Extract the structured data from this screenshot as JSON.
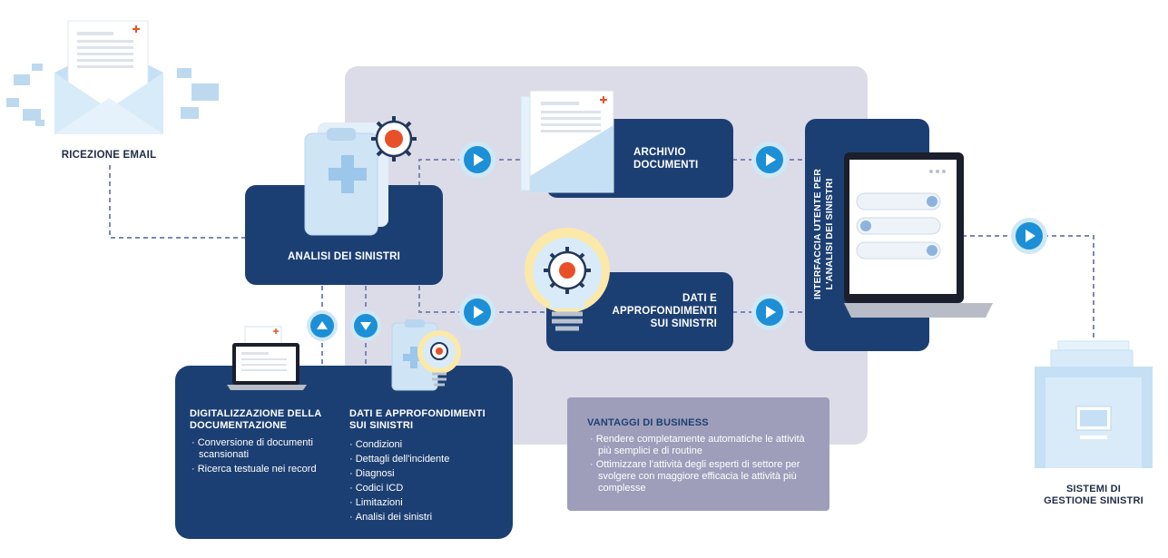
{
  "email": {
    "label": "RICEZIONE EMAIL"
  },
  "analysis": {
    "label": "ANALISI DEI SINISTRI"
  },
  "archive": {
    "label_line1": "ARCHIVIO",
    "label_line2": "DOCUMENTI"
  },
  "insights": {
    "label_line1": "DATI E",
    "label_line2": "APPROFONDIMENTI",
    "label_line3": "SUI SINISTRI"
  },
  "ui": {
    "label_line1": "INTERFACCIA UTENTE PER",
    "label_line2": "L'ANALISI DEI SINISTRI"
  },
  "systems": {
    "label_line1": "SISTEMI DI",
    "label_line2": "GESTIONE SINISTRI"
  },
  "digitization": {
    "title_line1": "DIGITALIZZAZIONE DELLA",
    "title_line2": "DOCUMENTAZIONE",
    "items": [
      "Conversione di documenti scansionati",
      "Ricerca testuale nei record"
    ]
  },
  "data_insights": {
    "title_line1": "DATI E APPROFONDIMENTI",
    "title_line2": "SUI SINISTRI",
    "items": [
      "Condizioni",
      "Dettagli dell'incidente",
      "Diagnosi",
      "Codici ICD",
      "Limitazioni",
      "Analisi dei sinistri"
    ]
  },
  "benefits": {
    "title": "VANTAGGI DI BUSINESS",
    "items": [
      "Rendere completamente automatiche le attività più semplici e di routine",
      "Ottimizzare l'attività degli esperti di settore per svolgere con maggiore efficacia le attività più complesse"
    ]
  },
  "colors": {
    "navy": "#1c3f73",
    "accent_blue": "#1d8fd6",
    "panel": "#dcdce8",
    "benefit_box": "#9e9ebb",
    "orange": "#e8502a"
  }
}
